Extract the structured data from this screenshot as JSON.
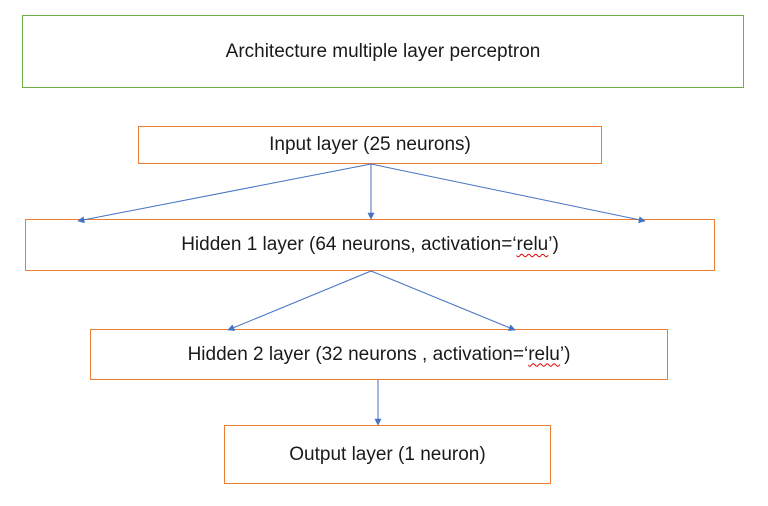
{
  "title": "Architecture multiple layer perceptron",
  "layers": {
    "input": "Input layer (25 neurons)",
    "hidden1": {
      "prefix": "Hidden 1 layer (64 neurons, activation=‘",
      "keyword": "relu",
      "suffix": "’)"
    },
    "hidden2": {
      "prefix": "Hidden 2 layer (32 neurons , activation=‘",
      "keyword": "relu",
      "suffix": "’)"
    },
    "output": "Output layer (1 neuron)"
  },
  "colors": {
    "title_border": "#70ad47",
    "layer_border": "#ed7d31",
    "arrow": "#4472c4",
    "spell_underline": "#e00000"
  }
}
